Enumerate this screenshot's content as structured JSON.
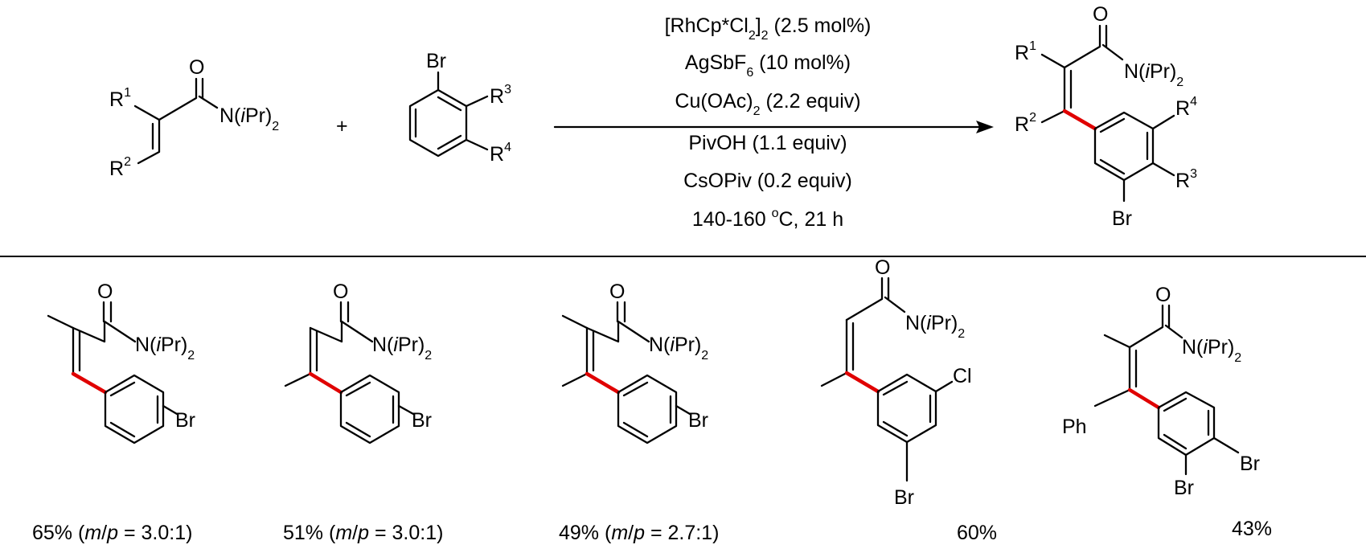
{
  "colors": {
    "bond": "#000000",
    "new_bond": "#e00000",
    "background": "#ffffff"
  },
  "labels": {
    "O": "O",
    "N": "N(",
    "i": "i",
    "Pr": "Pr)",
    "two": "2",
    "R": "R",
    "one": "1",
    "three": "3",
    "four": "4",
    "Br": "Br",
    "Cl": "Cl",
    "Ph": "Ph",
    "plus": "+"
  },
  "conditions": {
    "catalyst": "[RhCp*Cl",
    "catalyst_sub": "2",
    "catalyst_close": "]",
    "catalyst_sub2": "2",
    "catalyst_amount": " (2.5 mol%)",
    "silver": "AgSbF",
    "silver_sub": "6",
    "silver_amount": " (10 mol%)",
    "copper": "Cu(OAc)",
    "copper_sub": "2",
    "copper_amount": " (2.2 equiv)",
    "acid": "PivOH (1.1 equiv)",
    "base": "CsOPiv (0.2 equiv)",
    "temp": "140-160 ",
    "temp_sup": "o",
    "temp_rest": "C, 21 h"
  },
  "products": [
    {
      "yield": "65% (",
      "ratio_m": "m",
      "ratio_slash": "/",
      "ratio_p": "p",
      "ratio_value": " = 3.0:1)"
    },
    {
      "yield": "51% (",
      "ratio_m": "m",
      "ratio_slash": "/",
      "ratio_p": "p",
      "ratio_value": " = 3.0:1)"
    },
    {
      "yield": "49% (",
      "ratio_m": "m",
      "ratio_slash": "/",
      "ratio_p": "p",
      "ratio_value": " = 2.7:1)"
    },
    {
      "yield": "60%"
    },
    {
      "yield": "43%"
    }
  ]
}
